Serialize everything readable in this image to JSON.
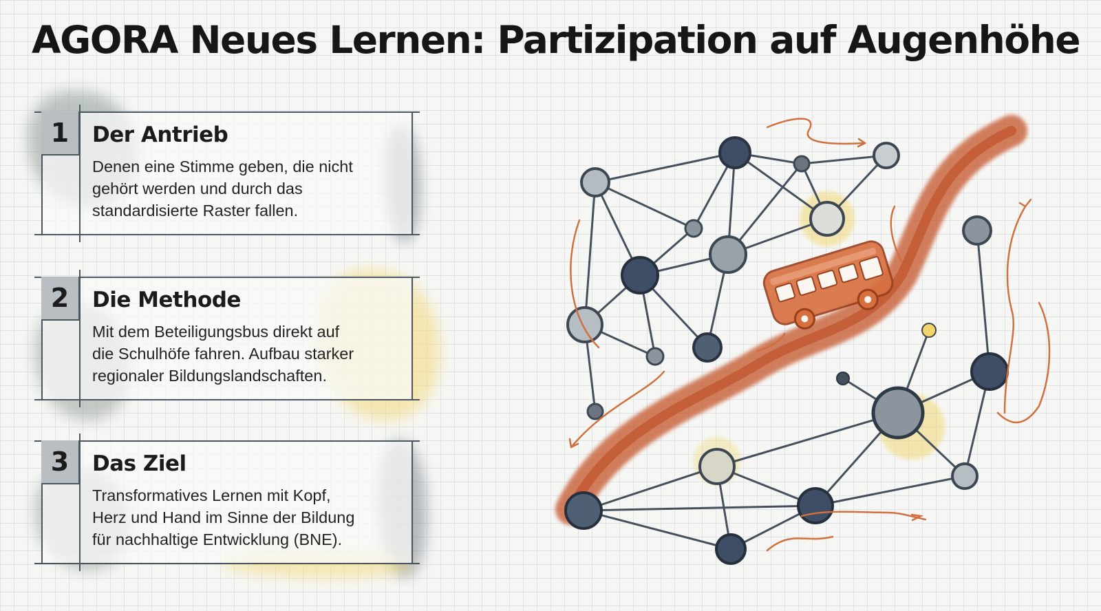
{
  "title": "AGORA Neues Lernen: Partizipation auf Augenhöhe",
  "steps": [
    {
      "number": "1",
      "heading": "Der Antrieb",
      "lines": [
        "Denen eine Stimme geben, die nicht",
        "gehört werden und durch das",
        "standardisierte Raster fallen."
      ]
    },
    {
      "number": "2",
      "heading": "Die Methode",
      "lines": [
        "Mit dem Beteiligungsbus direkt auf",
        "die Schulhöfe fahren. Aufbau starker",
        "regionaler Bildungslandschaften."
      ]
    },
    {
      "number": "3",
      "heading": "Das Ziel",
      "lines": [
        "Transformatives Lernen mit Kopf,",
        "Herz und Hand im Sinne der Bildung",
        "für nachhaltige Entwicklung (BNE)."
      ]
    }
  ],
  "illustration": {
    "road_color": "#c4552b",
    "node_dark": "#3d4e66",
    "node_mid": "#8c959e",
    "node_light": "#c8cdd1",
    "accent_yellow": "#f1d56a",
    "bus_color": "#c9582c"
  }
}
